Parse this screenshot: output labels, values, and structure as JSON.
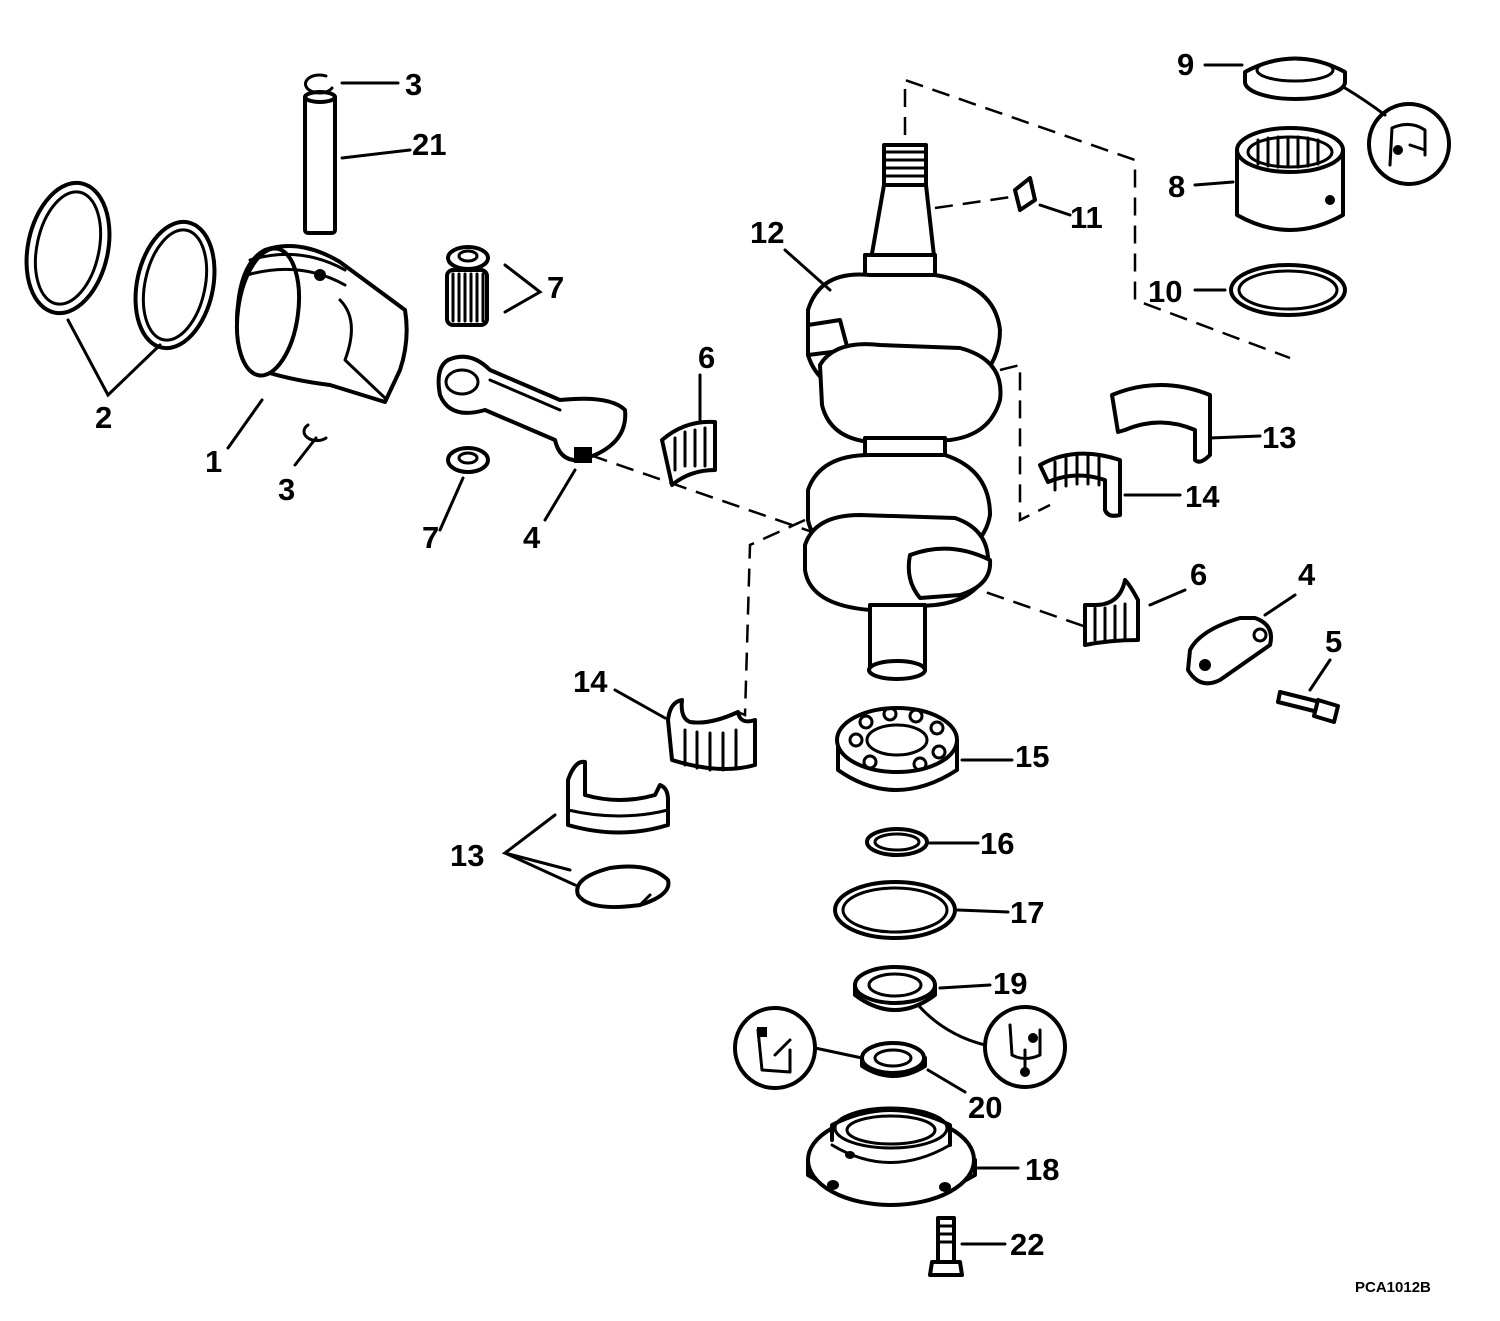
{
  "diagram": {
    "drawing_code": "PCA1012B",
    "callouts": [
      {
        "id": "c1",
        "label": "1"
      },
      {
        "id": "c2",
        "label": "2"
      },
      {
        "id": "c3a",
        "label": "3"
      },
      {
        "id": "c3b",
        "label": "3"
      },
      {
        "id": "c4a",
        "label": "4"
      },
      {
        "id": "c4b",
        "label": "4"
      },
      {
        "id": "c5",
        "label": "5"
      },
      {
        "id": "c6a",
        "label": "6"
      },
      {
        "id": "c6b",
        "label": "6"
      },
      {
        "id": "c7a",
        "label": "7"
      },
      {
        "id": "c7b",
        "label": "7"
      },
      {
        "id": "c8",
        "label": "8"
      },
      {
        "id": "c9",
        "label": "9"
      },
      {
        "id": "c10",
        "label": "10"
      },
      {
        "id": "c11",
        "label": "11"
      },
      {
        "id": "c12",
        "label": "12"
      },
      {
        "id": "c13a",
        "label": "13"
      },
      {
        "id": "c13b",
        "label": "13"
      },
      {
        "id": "c14a",
        "label": "14"
      },
      {
        "id": "c14b",
        "label": "14"
      },
      {
        "id": "c15",
        "label": "15"
      },
      {
        "id": "c16",
        "label": "16"
      },
      {
        "id": "c17",
        "label": "17"
      },
      {
        "id": "c18",
        "label": "18"
      },
      {
        "id": "c19",
        "label": "19"
      },
      {
        "id": "c20",
        "label": "20"
      },
      {
        "id": "c21",
        "label": "21"
      },
      {
        "id": "c22",
        "label": "22"
      }
    ],
    "symbols": [
      {
        "id": "s1",
        "icon": "lubricant-symbol-icon"
      },
      {
        "id": "s2",
        "icon": "lubricant-symbol-icon"
      },
      {
        "id": "s3",
        "icon": "lubricant-symbol-icon"
      }
    ]
  }
}
